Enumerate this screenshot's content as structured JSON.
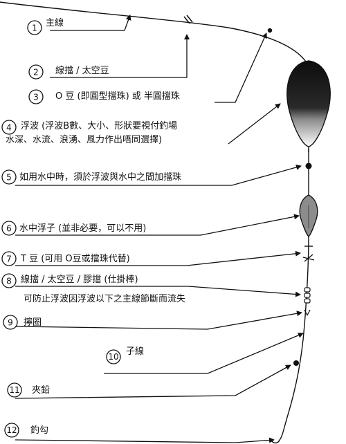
{
  "labels": [
    {
      "num": "1",
      "lines": [
        "主線"
      ]
    },
    {
      "num": "2",
      "lines": [
        "線擋 / 太空豆"
      ]
    },
    {
      "num": "3",
      "lines": [
        "O 豆 (即圓型擋珠) 或 半圓擋珠"
      ]
    },
    {
      "num": "4",
      "lines": [
        "浮波 (浮波B數、大小、形狀要視付釣場",
        "水深、水流、浪湧、風力作出唔同選擇)"
      ]
    },
    {
      "num": "5",
      "lines": [
        "如用水中時，須於浮波與水中之間加擋珠"
      ]
    },
    {
      "num": "6",
      "lines": [
        "水中浮子 (並非必要，可以不用)"
      ]
    },
    {
      "num": "7",
      "lines": [
        "T 豆 (可用 O豆或擋珠代替)"
      ]
    },
    {
      "num": "8",
      "lines": [
        "線擋 / 太空豆 / 膠擋 (仕掛棒)",
        "可防止浮波因浮波以下之主線節斷而流失"
      ]
    },
    {
      "num": "9",
      "lines": [
        "擰圈"
      ]
    },
    {
      "num": "10",
      "lines": [
        "子線"
      ]
    },
    {
      "num": "11",
      "lines": [
        "夾鉛"
      ]
    },
    {
      "num": "12",
      "lines": [
        "釣勾"
      ]
    }
  ],
  "colors": {
    "ink": "#111111",
    "float_top": "#1a1a1a",
    "float_mid": "#7a7a7a",
    "paper": "#ffffff"
  }
}
